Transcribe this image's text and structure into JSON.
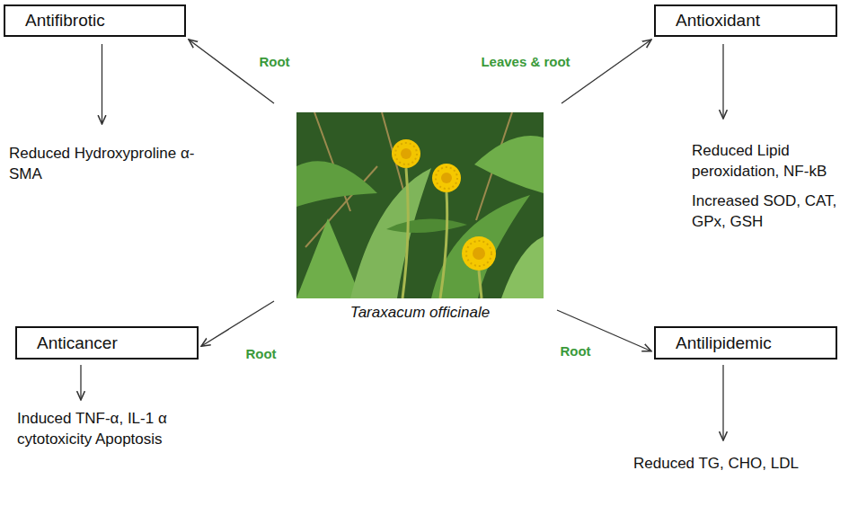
{
  "diagram": {
    "nodes": [
      {
        "text": [
          "Antifibrotic"
        ]
      },
      {
        "text": [
          "Antioxidant"
        ]
      },
      {
        "text": [
          "Taraxacum officinale"
        ]
      },
      {
        "text": [
          "Anticancer"
        ]
      },
      {
        "text": [
          "Antilipidemic"
        ]
      },
      {
        "text": [
          "Reduced Hydroxyproline α-SMA"
        ]
      },
      {
        "text": [
          "Reduced Lipid peroxidation, NF-kB",
          "Increased SOD, CAT, GPx, GSH"
        ]
      },
      {
        "text": [
          "Induced TNF-α, IL-1 α cytotoxicity Apoptosis"
        ]
      },
      {
        "text": [
          "Reduced TG, CHO, LDL"
        ]
      }
    ],
    "edges": [
      {
        "from": 2,
        "to": 0,
        "arrow": "to",
        "label": "Root"
      },
      {
        "from": 2,
        "to": 1,
        "arrow": "to",
        "label": "Leaves & root"
      },
      {
        "from": 2,
        "to": 3,
        "arrow": "to",
        "label": "Root"
      },
      {
        "from": 2,
        "to": 4,
        "arrow": "to",
        "label": "Root"
      },
      {
        "from": 0,
        "to": 5,
        "arrow": "to"
      },
      {
        "from": 1,
        "to": 6,
        "arrow": "to"
      },
      {
        "from": 3,
        "to": 7,
        "arrow": "to"
      },
      {
        "from": 4,
        "to": 8,
        "arrow": "to"
      }
    ]
  }
}
